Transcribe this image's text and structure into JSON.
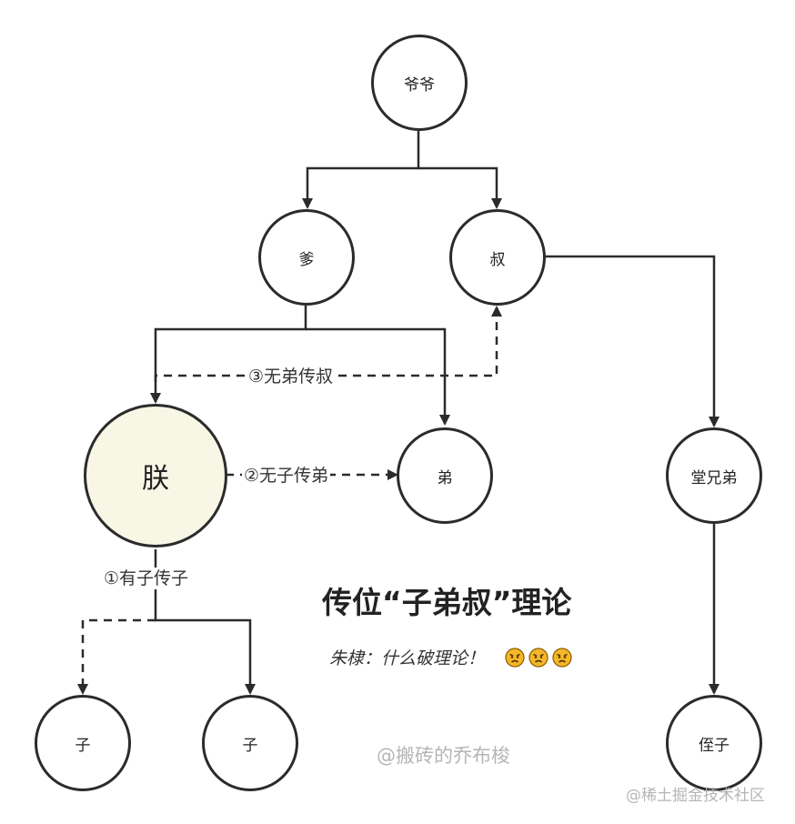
{
  "nodes": {
    "grandpa": "爷爷",
    "father": "爹",
    "uncle": "叔",
    "emperor": "朕",
    "brother": "弟",
    "cousin": "堂兄弟",
    "son_left": "子",
    "son_right": "子",
    "nephew": "侄子"
  },
  "edge_labels": {
    "rule1": "①有子传子",
    "rule2": "②无子传弟",
    "rule3": "③无弟传叔"
  },
  "title": "传位“子弟叔”理论",
  "subtitle": "朱棣：什么破理论！",
  "emojis": [
    "angry-face",
    "angry-face",
    "angry-face"
  ],
  "credit": "@搬砖的乔布梭",
  "watermark": "@稀土掘金技术社区",
  "colors": {
    "line": "#2b2b2b",
    "emperor_fill": "#f8f7e6",
    "emoji_fill": "#f5b72a",
    "watermark": "#b5b5b5"
  }
}
